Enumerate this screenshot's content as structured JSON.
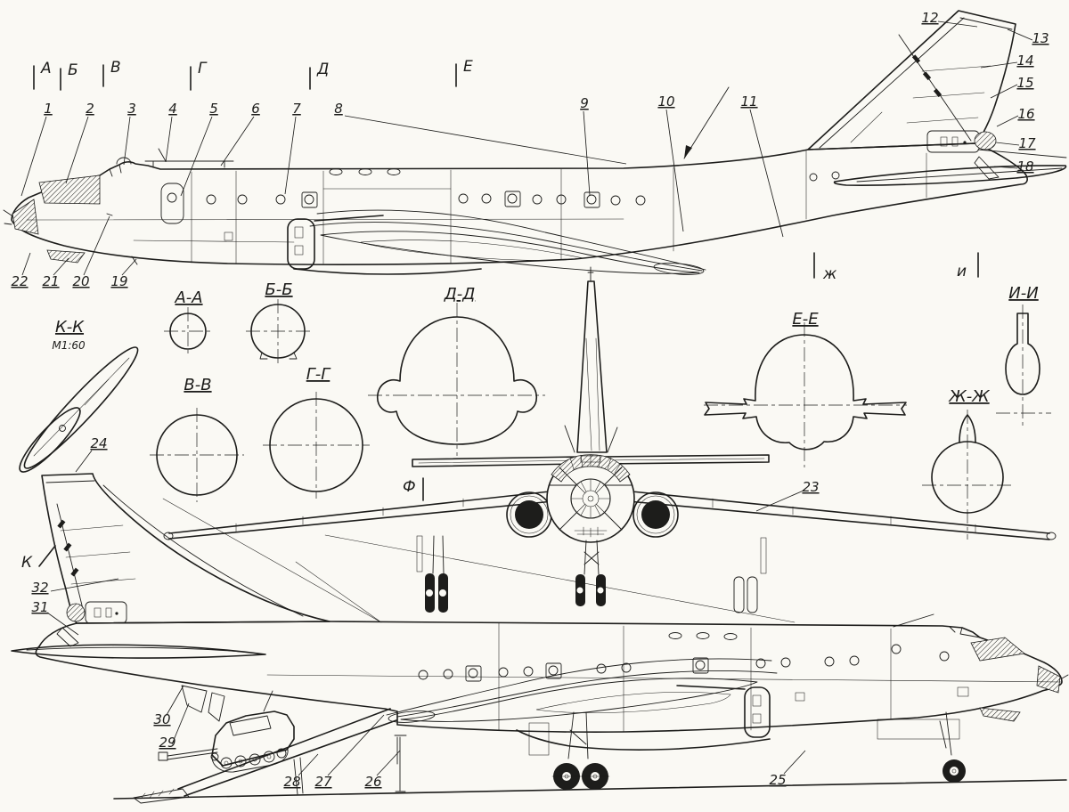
{
  "palette": {
    "paper": "#faf9f4",
    "ink": "#1d1d1b"
  },
  "station_markers": [
    {
      "label": "А"
    },
    {
      "label": "Б"
    },
    {
      "label": "В"
    },
    {
      "label": "Г"
    },
    {
      "label": "Д"
    },
    {
      "label": "Е"
    }
  ],
  "cut_markers": [
    {
      "label": "ж"
    },
    {
      "label": "и"
    },
    {
      "label": "Ф"
    },
    {
      "label": "К"
    }
  ],
  "sections": [
    {
      "label": "А-А"
    },
    {
      "label": "Б-Б"
    },
    {
      "label": "В-В"
    },
    {
      "label": "Г-Г"
    },
    {
      "label": "Д-Д"
    },
    {
      "label": "Е-Е"
    },
    {
      "label": "Ж-Ж"
    },
    {
      "label": "И-И"
    },
    {
      "label": "К-К",
      "scale": "М1:60"
    }
  ],
  "callouts": [
    {
      "n": "1"
    },
    {
      "n": "2"
    },
    {
      "n": "3"
    },
    {
      "n": "4"
    },
    {
      "n": "5"
    },
    {
      "n": "6"
    },
    {
      "n": "7"
    },
    {
      "n": "8"
    },
    {
      "n": "9"
    },
    {
      "n": "10"
    },
    {
      "n": "11"
    },
    {
      "n": "12"
    },
    {
      "n": "13"
    },
    {
      "n": "14"
    },
    {
      "n": "15"
    },
    {
      "n": "16"
    },
    {
      "n": "17"
    },
    {
      "n": "18"
    },
    {
      "n": "19"
    },
    {
      "n": "20"
    },
    {
      "n": "21"
    },
    {
      "n": "22"
    },
    {
      "n": "23"
    },
    {
      "n": "24"
    },
    {
      "n": "25"
    },
    {
      "n": "26"
    },
    {
      "n": "27"
    },
    {
      "n": "28"
    },
    {
      "n": "29"
    },
    {
      "n": "30"
    },
    {
      "n": "31"
    },
    {
      "n": "32"
    }
  ]
}
